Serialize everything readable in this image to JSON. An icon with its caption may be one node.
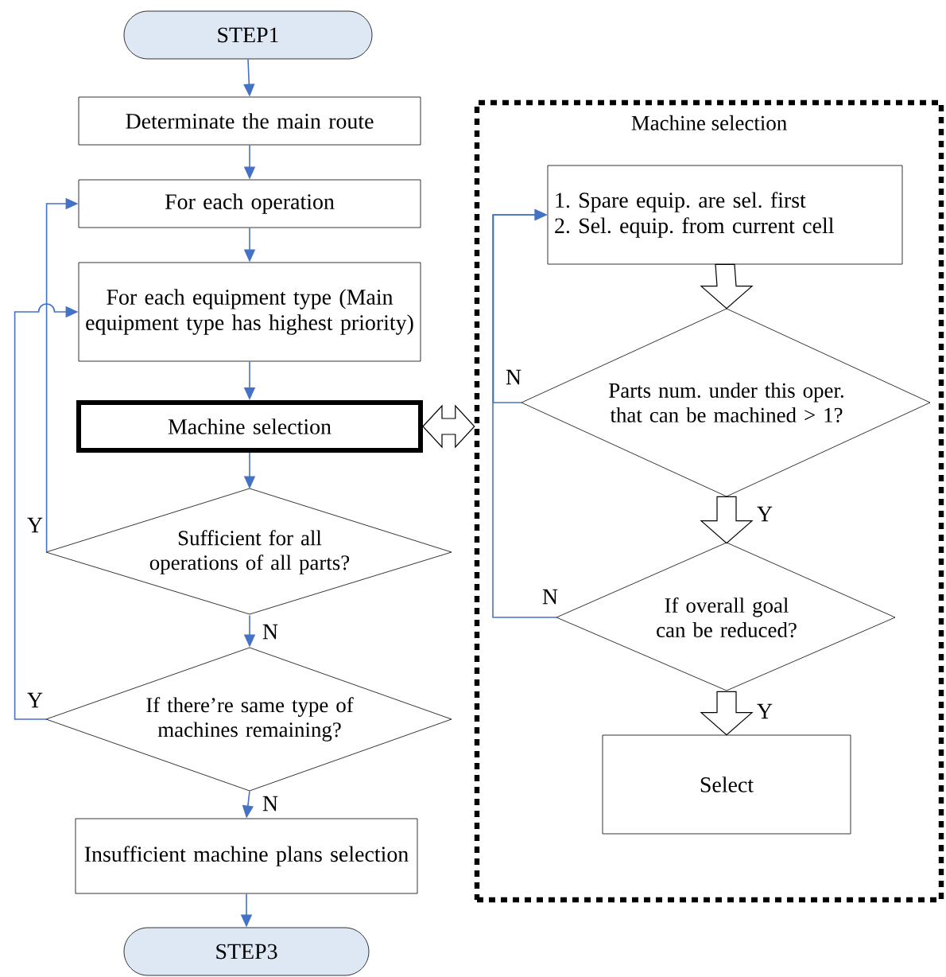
{
  "diagram": {
    "nodes": [
      {
        "text": [
          "STEP1"
        ]
      },
      {
        "text": [
          "Determinate the main route"
        ]
      },
      {
        "text": [
          "For each operation"
        ]
      },
      {
        "text": [
          "For each equipment type (Main equipment type has highest priority)"
        ]
      },
      {
        "text": [
          "Machine selection"
        ]
      },
      {
        "text": [
          "Sufficient for all operations of all parts?"
        ]
      },
      {
        "text": [
          "If there’re same type of machines remaining?"
        ]
      },
      {
        "text": [
          "Insufficient machine plans selection"
        ]
      },
      {
        "text": [
          "STEP3"
        ]
      },
      {
        "text": [
          "Machine selection"
        ]
      },
      {
        "text": [
          "1. Spare equip. are sel. first",
          "2. Sel. equip. from current cell"
        ],
        "in": 9
      },
      {
        "text": [
          "Parts num. under this oper. that can be machined > 1?"
        ],
        "in": 9
      },
      {
        "text": [
          "If overall goal can be reduced?"
        ],
        "in": 9
      },
      {
        "text": [
          "Select"
        ],
        "in": 9
      }
    ],
    "edges": [
      {
        "from": 0,
        "to": 1,
        "arrow": "to"
      },
      {
        "from": 1,
        "to": 2,
        "arrow": "to"
      },
      {
        "from": 2,
        "to": 3,
        "arrow": "to"
      },
      {
        "from": 3,
        "to": 4,
        "arrow": "to"
      },
      {
        "from": 4,
        "to": 5,
        "arrow": "to"
      },
      {
        "from": 5,
        "to": 6,
        "arrow": "to",
        "label": "N"
      },
      {
        "from": 6,
        "to": 7,
        "arrow": "to",
        "label": "N"
      },
      {
        "from": 7,
        "to": 8,
        "arrow": "to"
      },
      {
        "from": 5,
        "to": 2,
        "arrow": "to",
        "label": "Y"
      },
      {
        "from": 6,
        "to": 3,
        "arrow": "to",
        "label": "Y"
      },
      {
        "from": 4,
        "to": 9,
        "arrow": "both",
        "color": "#000000"
      },
      {
        "from": 10,
        "to": 11,
        "arrow": "to",
        "color": "#000000"
      },
      {
        "from": 11,
        "to": 12,
        "arrow": "to",
        "label": "Y",
        "color": "#000000"
      },
      {
        "from": 12,
        "to": 13,
        "arrow": "to",
        "label": "Y",
        "color": "#000000"
      },
      {
        "from": 11,
        "to": 10,
        "arrow": "to",
        "label": "N"
      },
      {
        "from": 12,
        "to": 10,
        "arrow": "to",
        "label": "N"
      }
    ]
  }
}
